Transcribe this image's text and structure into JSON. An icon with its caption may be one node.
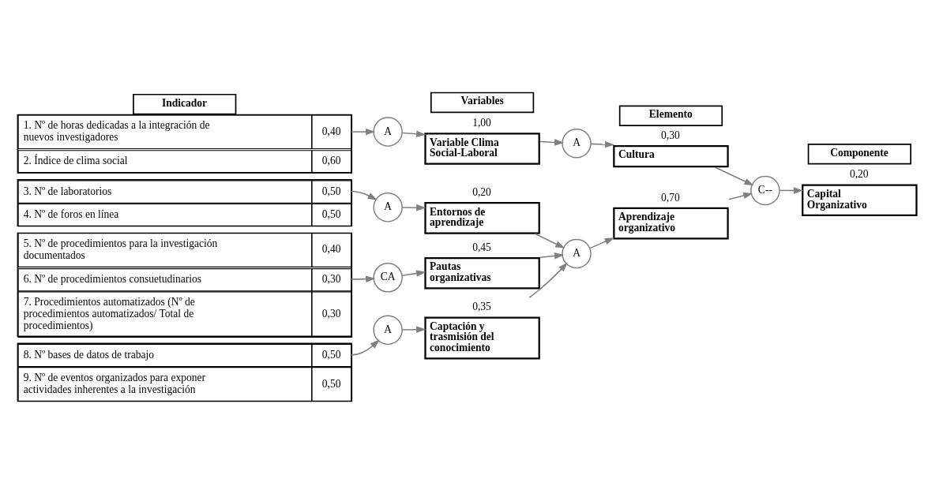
{
  "diagram": {
    "nodes": [
      {
        "text": [
          "Indicador"
        ]
      },
      {
        "text": [
          "Variables"
        ]
      },
      {
        "text": [
          "Elemento"
        ]
      },
      {
        "text": [
          "Componente"
        ]
      },
      {
        "text": [],
        "shape": "box"
      },
      {
        "text": [
          "1. Nº de horas dedicadas a la integración de nuevos investigadores",
          "0,40"
        ],
        "in": 4
      },
      {
        "text": [
          "2. Índice de clima social",
          "0,60"
        ],
        "in": 4
      },
      {
        "text": [],
        "shape": "box"
      },
      {
        "text": [
          "3. Nº de laboratorios",
          "0,50"
        ],
        "in": 7
      },
      {
        "text": [
          "4. Nº de foros en línea",
          "0,50"
        ],
        "in": 7
      },
      {
        "text": [],
        "shape": "box"
      },
      {
        "text": [
          "5. Nº de procedimientos para la investigación documentados",
          "0,40"
        ],
        "in": 10
      },
      {
        "text": [
          "6. Nº de procedimientos consuetudinarios",
          "0,30"
        ],
        "in": 10
      },
      {
        "text": [
          "7. Procedimientos automatizados (Nº de procedimientos automatizados/ Total de procedimientos)",
          "0,30"
        ],
        "in": 10
      },
      {
        "text": [],
        "shape": "box"
      },
      {
        "text": [
          "8. Nº bases de datos de trabajo",
          "0,50"
        ],
        "in": 14
      },
      {
        "text": [
          "9. Nº de eventos organizados para exponer actividades inherentes a la investigación",
          "0,50"
        ],
        "in": 14
      },
      {
        "text": [
          "A"
        ]
      },
      {
        "text": [
          "Variable Clima Social-Laboral"
        ],
        "beside": [
          "1,00"
        ]
      },
      {
        "text": [
          "A"
        ]
      },
      {
        "text": [
          "Entornos de aprendizaje"
        ],
        "beside": [
          "0,20"
        ]
      },
      {
        "text": [
          "CA"
        ]
      },
      {
        "text": [
          "Pautas organizativas"
        ],
        "beside": [
          "0,45"
        ]
      },
      {
        "text": [
          "A"
        ]
      },
      {
        "text": [
          "Captación y trasmisión del conocimiento"
        ],
        "beside": [
          "0,35"
        ]
      },
      {
        "text": [
          "A"
        ]
      },
      {
        "text": [
          "Cultura"
        ],
        "beside": [
          "0,30"
        ]
      },
      {
        "text": [
          "A"
        ]
      },
      {
        "text": [
          "Aprendizaje organizativo"
        ],
        "beside": [
          "0,70"
        ]
      },
      {
        "text": [
          "C--"
        ]
      },
      {
        "text": [
          "Capital Organizativo"
        ],
        "beside": [
          "0,20"
        ]
      }
    ],
    "edges": [
      {
        "from": 4,
        "to": 17,
        "arrow": "to"
      },
      {
        "from": 17,
        "to": 18,
        "arrow": "to"
      },
      {
        "from": 7,
        "to": 19,
        "arrow": "to"
      },
      {
        "from": 19,
        "to": 20,
        "arrow": "to"
      },
      {
        "from": 10,
        "to": 21,
        "arrow": "to"
      },
      {
        "from": 21,
        "to": 22,
        "arrow": "to"
      },
      {
        "from": 14,
        "to": 23,
        "arrow": "to"
      },
      {
        "from": 23,
        "to": 24,
        "arrow": "to"
      },
      {
        "from": 18,
        "to": 25,
        "arrow": "to"
      },
      {
        "from": 25,
        "to": 26,
        "arrow": "to"
      },
      {
        "from": 20,
        "to": 27,
        "arrow": "to"
      },
      {
        "from": 22,
        "to": 27,
        "arrow": "to"
      },
      {
        "from": 24,
        "to": 27,
        "arrow": "to"
      },
      {
        "from": 27,
        "to": 28,
        "arrow": "to"
      },
      {
        "from": 26,
        "to": 29,
        "arrow": "to"
      },
      {
        "from": 28,
        "to": 29,
        "arrow": "to"
      },
      {
        "from": 29,
        "to": 30,
        "arrow": "to"
      }
    ]
  }
}
